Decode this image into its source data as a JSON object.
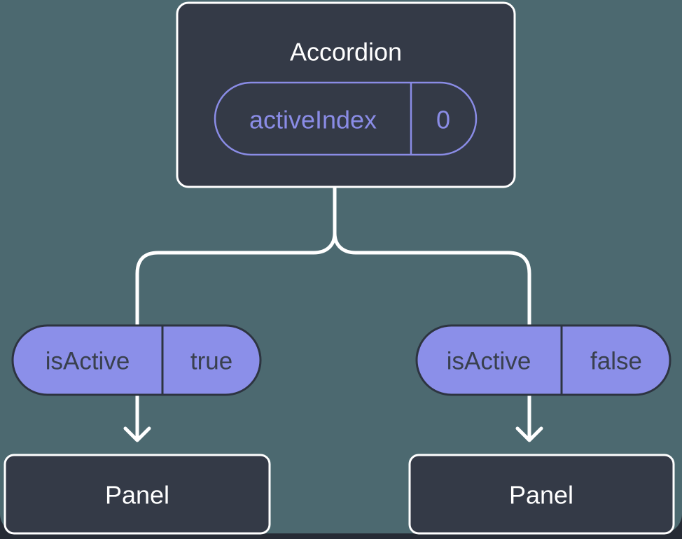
{
  "colors": {
    "page_bottom": "#262b35",
    "background": "#4c6970",
    "node_fill": "#343a47",
    "node_border": "#ffffff",
    "connector": "#ffffff",
    "text_light": "#ffffff",
    "state_accent": "#8a8ce6",
    "prop_fill": "#8b8fe9",
    "prop_border": "#2d3440",
    "prop_text": "#39404e"
  },
  "diagram": {
    "root": {
      "title": "Accordion",
      "state": {
        "name": "activeIndex",
        "value": "0"
      }
    },
    "props": [
      {
        "name": "isActive",
        "value": "true"
      },
      {
        "name": "isActive",
        "value": "false"
      }
    ],
    "children": [
      {
        "title": "Panel"
      },
      {
        "title": "Panel"
      }
    ]
  }
}
